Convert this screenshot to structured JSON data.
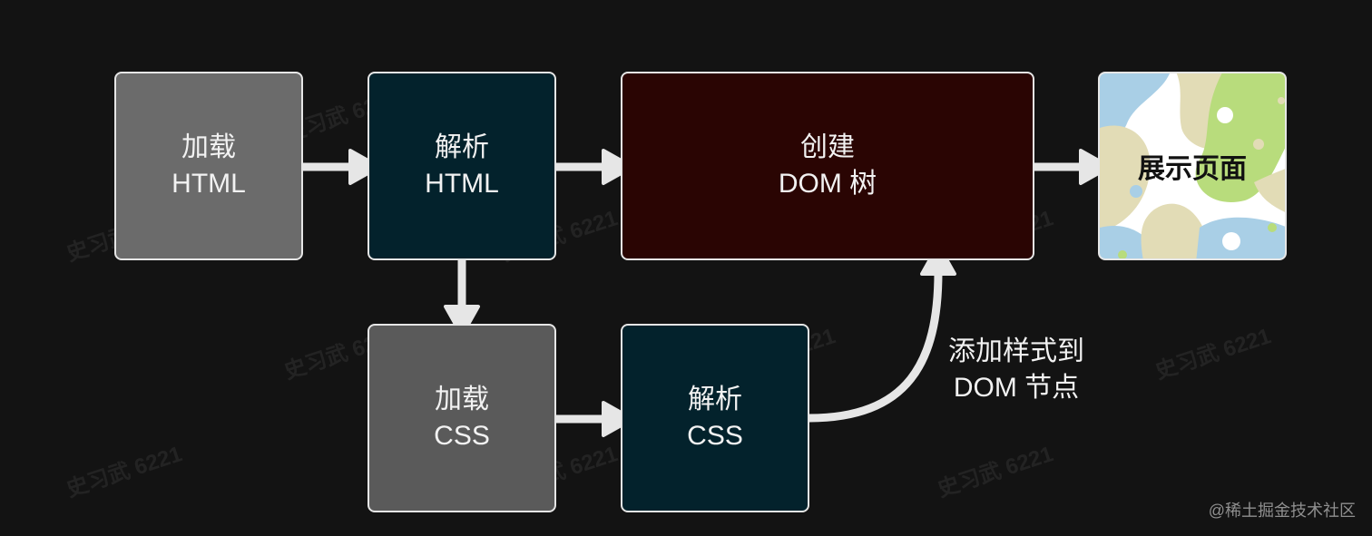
{
  "nodes": {
    "load_html": {
      "line1": "加载",
      "line2": "HTML"
    },
    "parse_html": {
      "line1": "解析",
      "line2": "HTML"
    },
    "create_dom": {
      "line1": "创建",
      "line2": "DOM 树"
    },
    "render": {
      "label": "展示页面"
    },
    "load_css": {
      "line1": "加载",
      "line2": "CSS"
    },
    "parse_css": {
      "line1": "解析",
      "line2": "CSS"
    }
  },
  "edge_label": {
    "line1": "添加样式到",
    "line2": "DOM 节点"
  },
  "watermark": "史习武 6221",
  "footer": "@稀土掘金技术社区",
  "colors": {
    "background": "#131313",
    "load_html_fill": "#6b6b6b",
    "parse_fill": "#03222c",
    "create_dom_fill": "#2a0503",
    "load_css_fill": "#5a5a5a",
    "arrow": "#e6e6e6"
  }
}
